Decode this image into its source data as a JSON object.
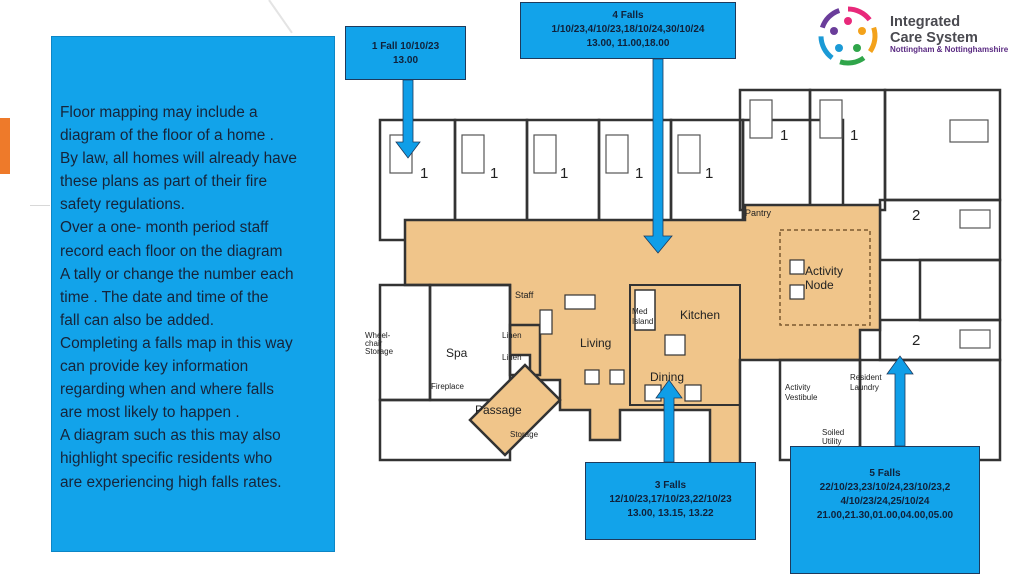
{
  "logo": {
    "title_line1": "Integrated",
    "title_line2": "Care System",
    "subtitle": "Nottingham & Nottinghamshire",
    "colors": [
      "#e8297a",
      "#f3a21b",
      "#2fa54a",
      "#1b9ad6",
      "#6a3d9a"
    ]
  },
  "text_box": {
    "lines": [
      "Floor mapping may include a",
      "diagram of the floor of a home .",
      "By law, all homes will already have",
      "these plans as part of their fire",
      "safety regulations.",
      "Over a one- month period staff",
      "record each floor on the diagram",
      "A tally or change the number each",
      "time . The date and time of the",
      "fall can also be added.",
      "Completing a falls map in this way",
      "can provide key information",
      "regarding when and where falls",
      "are most likely to happen .",
      "A diagram such as this  may also",
      "highlight specific residents who",
      "are experiencing high falls rates."
    ]
  },
  "callouts": {
    "one_fall": {
      "line1": "1 Fall 10/10/23",
      "line2": "13.00"
    },
    "four_falls": {
      "line1": "4 Falls",
      "line2": "1/10/23,4/10/23,18/10/24,30/10/24",
      "line3": "13.00, 11.00,18.00"
    },
    "three_falls": {
      "line1": "3 Falls",
      "line2": "12/10/23,17/10/23,22/10/23",
      "line3": "13.00, 13.15, 13.22"
    },
    "five_falls": {
      "line1": "5 Falls",
      "line2": "22/10/23,23/10/24,23/10/23,2",
      "line3": "4/10/23/24,25/10/24",
      "line4": "21.00,21.30,01.00,04.00,05.00"
    }
  },
  "floor_plan": {
    "room_tallies": [
      "1",
      "1",
      "1",
      "1",
      "1",
      "1",
      "1",
      "2",
      "2"
    ],
    "labels": {
      "pantry": "Pantry",
      "activity_node_1": "Activity",
      "activity_node_2": "Node",
      "staff": "Staff",
      "med_island_1": "Med",
      "med_island_2": "Island",
      "kitchen": "Kitchen",
      "wheelchair_1": "Wheel-",
      "wheelchair_2": "chair",
      "wheelchair_3": "Storage",
      "spa": "Spa",
      "linen_1": "Linen",
      "linen_2": "Linen",
      "living": "Living",
      "dining": "Dining",
      "fireplace": "Fireplace",
      "passage": "Passage",
      "storage": "Storage",
      "activity_vestibule_1": "Activity",
      "activity_vestibule_2": "Vestibule",
      "resident_laundry_1": "Resident",
      "resident_laundry_2": "Laundry",
      "soiled_utility_1": "Soiled",
      "soiled_utility_2": "Utility"
    }
  },
  "colors": {
    "callout_blue": "#12a3ea",
    "arrow_blue": "#0f9ee8",
    "floor_tan": "#f0c58a",
    "accent_orange": "#ee7a2a"
  }
}
